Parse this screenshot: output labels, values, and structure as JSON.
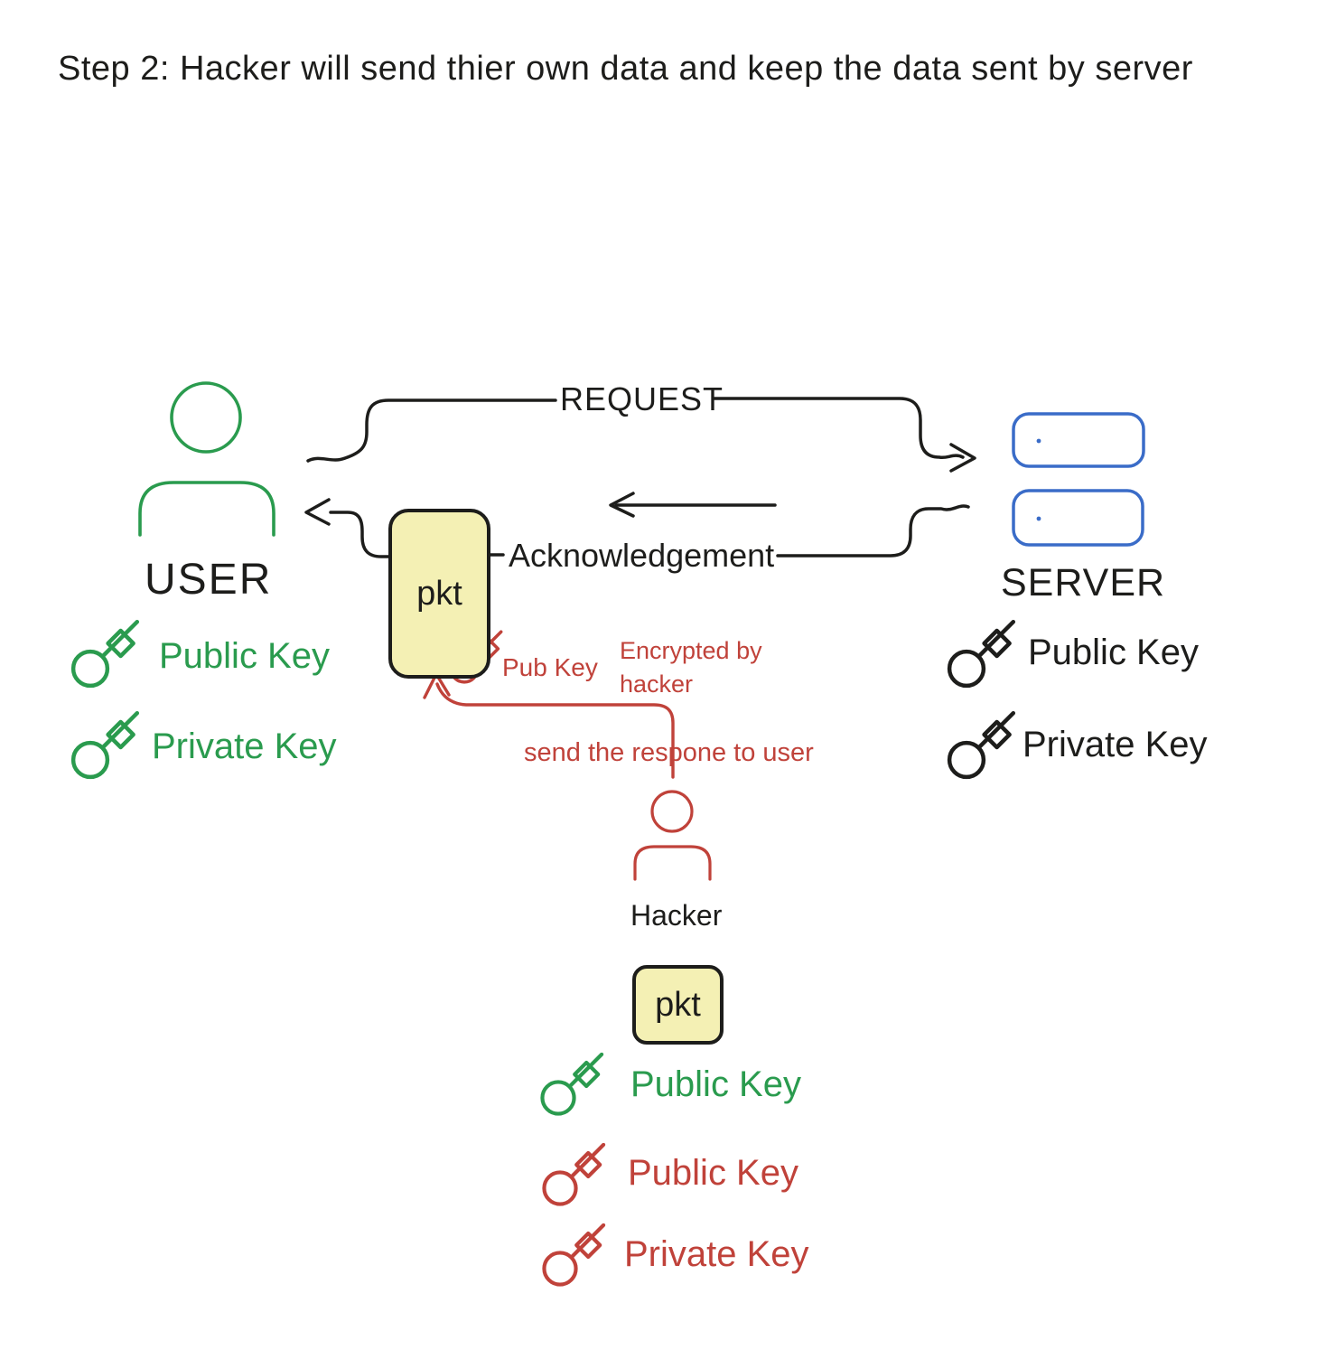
{
  "title": "Step 2: Hacker will send thier own data and keep the data sent by server",
  "colors": {
    "ink": "#1d1d1b",
    "green": "#2a9b4e",
    "red": "#c0423a",
    "blue": "#3a6cc8",
    "yellow": "#f4f0b4"
  },
  "user": {
    "name": "USER",
    "public_key_label": "Public Key",
    "private_key_label": "Private Key"
  },
  "server": {
    "name": "SERVER",
    "public_key_label": "Public Key",
    "private_key_label": "Private Key"
  },
  "hacker": {
    "name": "Hacker",
    "keys": [
      {
        "label": "Public Key",
        "color": "green"
      },
      {
        "label": "Public Key",
        "color": "red"
      },
      {
        "label": "Private Key",
        "color": "red"
      }
    ]
  },
  "packets": {
    "user_packet": "pkt",
    "hacker_packet": "pkt"
  },
  "flows": {
    "request": "REQUEST",
    "acknowledgement": "Acknowledgement"
  },
  "annotations": {
    "pub_key": "Pub Key",
    "encrypted_by_line1": "Encrypted by",
    "encrypted_by_line2": "hacker",
    "send_response": "send the respone to user"
  }
}
